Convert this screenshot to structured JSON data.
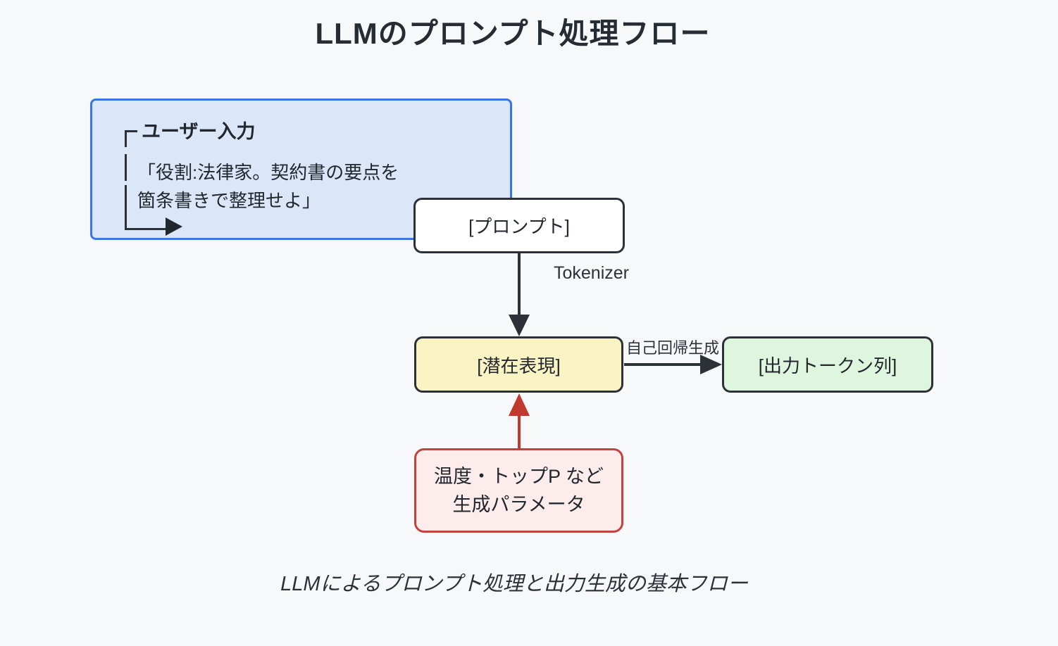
{
  "title": "LLMのプロンプト処理フロー",
  "caption": "LLMによるプロンプト処理と出力生成の基本フロー",
  "user_input_box": {
    "header": "ユーザー入力",
    "quote_line1": "「役割:法律家。契約書の要点を",
    "quote_line2": "箇条書きで整理せよ」"
  },
  "nodes": {
    "prompt": {
      "label": "[プロンプト]"
    },
    "latent": {
      "label": "[潜在表現]"
    },
    "output": {
      "label": "[出力トークン列]"
    },
    "params": {
      "line1": "温度・トップP など",
      "line2": "生成パラメータ"
    }
  },
  "edges": {
    "tokenizer_label": "Tokenizer",
    "autoregressive_label": "自己回帰生成"
  },
  "colors": {
    "background": "#f7f8fa",
    "text_dark": "#262c33",
    "node_border_dark": "#2b3137",
    "user_box_fill": "#dbe7f9",
    "user_box_border": "#3d74e3",
    "prompt_fill": "#ffffff",
    "latent_fill": "#faf3c4",
    "output_fill": "#def5de",
    "params_fill": "#fcedec",
    "params_border": "#c4423e",
    "params_arrow": "#c0392f"
  }
}
